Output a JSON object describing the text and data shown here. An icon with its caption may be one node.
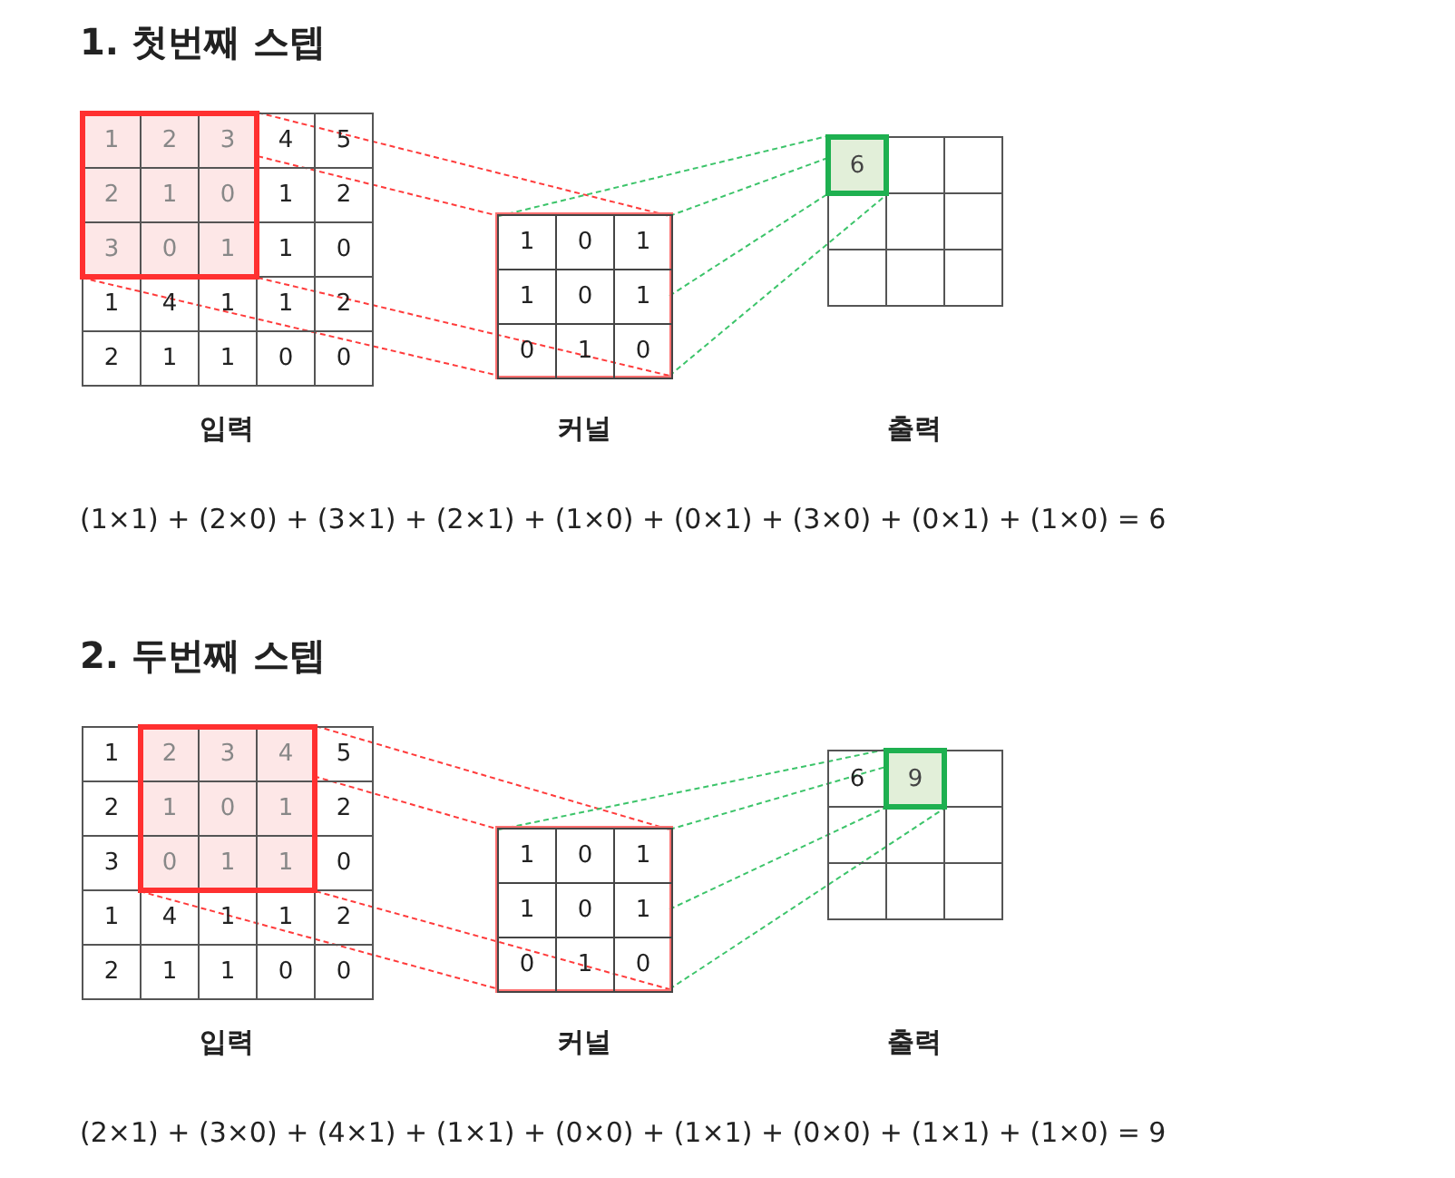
{
  "diagram": {
    "nodes": [
      {
        "text": [
          "입력"
        ]
      },
      {
        "text": [],
        "shape": "box",
        "in": 0
      },
      {
        "text": [
          "커널"
        ]
      },
      {
        "text": [
          "출력"
        ]
      },
      {
        "text": [
          "6"
        ],
        "in": 3
      },
      {
        "text": [
          "입력"
        ]
      },
      {
        "text": [],
        "shape": "box",
        "in": 5
      },
      {
        "text": [
          "커널"
        ]
      },
      {
        "text": [
          "출력"
        ]
      },
      {
        "text": [
          "9"
        ],
        "in": 8
      }
    ],
    "edges": [
      {
        "from": 1,
        "to": 2,
        "arrow": "none",
        "style": "dashed",
        "color": "#ff3b3b"
      },
      {
        "from": 1,
        "to": 2,
        "arrow": "none",
        "style": "dashed",
        "color": "#ff3b3b"
      },
      {
        "from": 1,
        "to": 2,
        "arrow": "none",
        "style": "dashed",
        "color": "#ff3b3b"
      },
      {
        "from": 1,
        "to": 2,
        "arrow": "none",
        "style": "dashed",
        "color": "#ff3b3b"
      },
      {
        "from": 2,
        "to": 4,
        "arrow": "none",
        "style": "dashed",
        "color": "#3cc46a"
      },
      {
        "from": 2,
        "to": 4,
        "arrow": "none",
        "style": "dashed",
        "color": "#3cc46a"
      },
      {
        "from": 2,
        "to": 4,
        "arrow": "none",
        "style": "dashed",
        "color": "#3cc46a"
      },
      {
        "from": 2,
        "to": 4,
        "arrow": "none",
        "style": "dashed",
        "color": "#3cc46a"
      },
      {
        "from": 6,
        "to": 7,
        "arrow": "none",
        "style": "dashed",
        "color": "#ff3b3b"
      },
      {
        "from": 6,
        "to": 7,
        "arrow": "none",
        "style": "dashed",
        "color": "#ff3b3b"
      },
      {
        "from": 6,
        "to": 7,
        "arrow": "none",
        "style": "dashed",
        "color": "#ff3b3b"
      },
      {
        "from": 6,
        "to": 7,
        "arrow": "none",
        "style": "dashed",
        "color": "#ff3b3b"
      },
      {
        "from": 7,
        "to": 9,
        "arrow": "none",
        "style": "dashed",
        "color": "#3cc46a"
      },
      {
        "from": 7,
        "to": 9,
        "arrow": "none",
        "style": "dashed",
        "color": "#3cc46a"
      },
      {
        "from": 7,
        "to": 9,
        "arrow": "none",
        "style": "dashed",
        "color": "#3cc46a"
      },
      {
        "from": 7,
        "to": 9,
        "arrow": "none",
        "style": "dashed",
        "color": "#3cc46a"
      }
    ],
    "labels": [
      "1. 첫번째 스텝",
      "1",
      "2",
      "3",
      "4",
      "5",
      "2",
      "1",
      "0",
      "1",
      "2",
      "3",
      "0",
      "1",
      "1",
      "0",
      "1",
      "4",
      "1",
      "1",
      "2",
      "2",
      "1",
      "1",
      "0",
      "0",
      "1",
      "0",
      "1",
      "1",
      "0",
      "1",
      "0",
      "1",
      "0",
      "(1×1) + (2×0) + (3×1) + (2×1) + (1×0) + (0×1) + (3×0) + (0×1) + (1×0) = 6",
      "2. 두번째 스텝",
      "1",
      "2",
      "3",
      "4",
      "5",
      "2",
      "1",
      "0",
      "1",
      "2",
      "3",
      "0",
      "1",
      "1",
      "0",
      "1",
      "4",
      "1",
      "1",
      "2",
      "2",
      "1",
      "1",
      "0",
      "0",
      "1",
      "0",
      "1",
      "1",
      "0",
      "1",
      "0",
      "1",
      "0",
      "6",
      "(2×1) + (3×0) + (4×1) + (1×1) + (0×0) + (1×1) + (0×0) + (1×1) + (1×0) = 9"
    ]
  }
}
